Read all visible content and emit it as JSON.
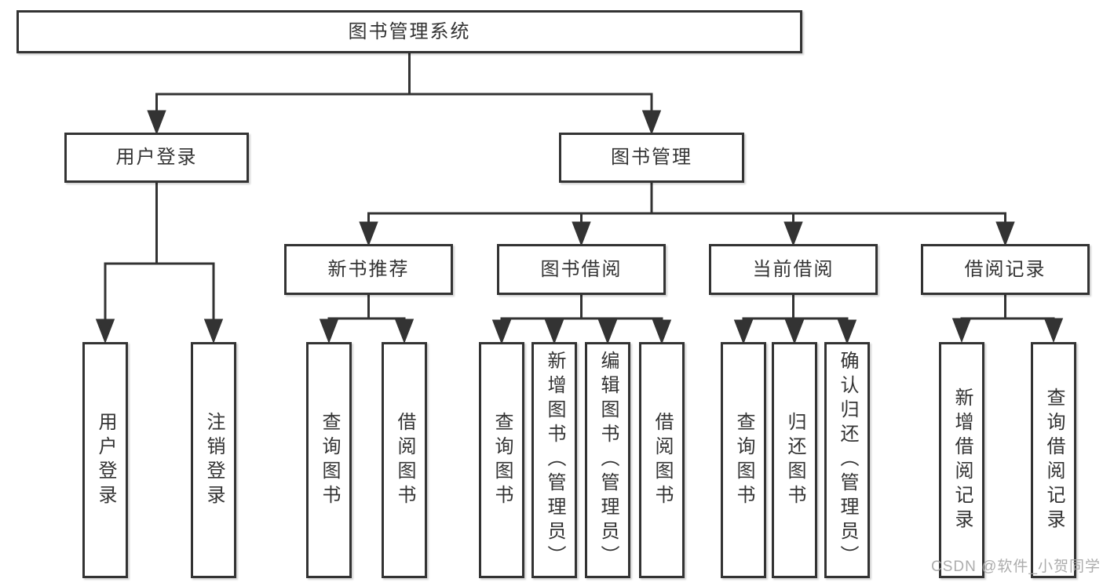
{
  "root": {
    "label": "图书管理系统"
  },
  "user_login": {
    "label": "用户登录",
    "children": [
      "用户登录",
      "注销登录"
    ]
  },
  "book_management": {
    "label": "图书管理",
    "sections": [
      {
        "label": "新书推荐",
        "children": [
          "查询图书",
          "借阅图书"
        ]
      },
      {
        "label": "图书借阅",
        "children": [
          "查询图书",
          "新增图书（管理员）",
          "编辑图书（管理员）",
          "借阅图书"
        ]
      },
      {
        "label": "当前借阅",
        "children": [
          "查询图书",
          "归还图书",
          "确认归还（管理员）"
        ]
      },
      {
        "label": "借阅记录",
        "children": [
          "新增借阅记录",
          "查询借阅记录"
        ]
      }
    ]
  },
  "watermark": "CSDN @软件_小贺同学",
  "colors": {
    "line": "#333333",
    "box_border": "#333333",
    "box_fill": "#ffffff",
    "text": "#333333",
    "watermark": "#a5a5a5",
    "background": "#ffffff"
  }
}
